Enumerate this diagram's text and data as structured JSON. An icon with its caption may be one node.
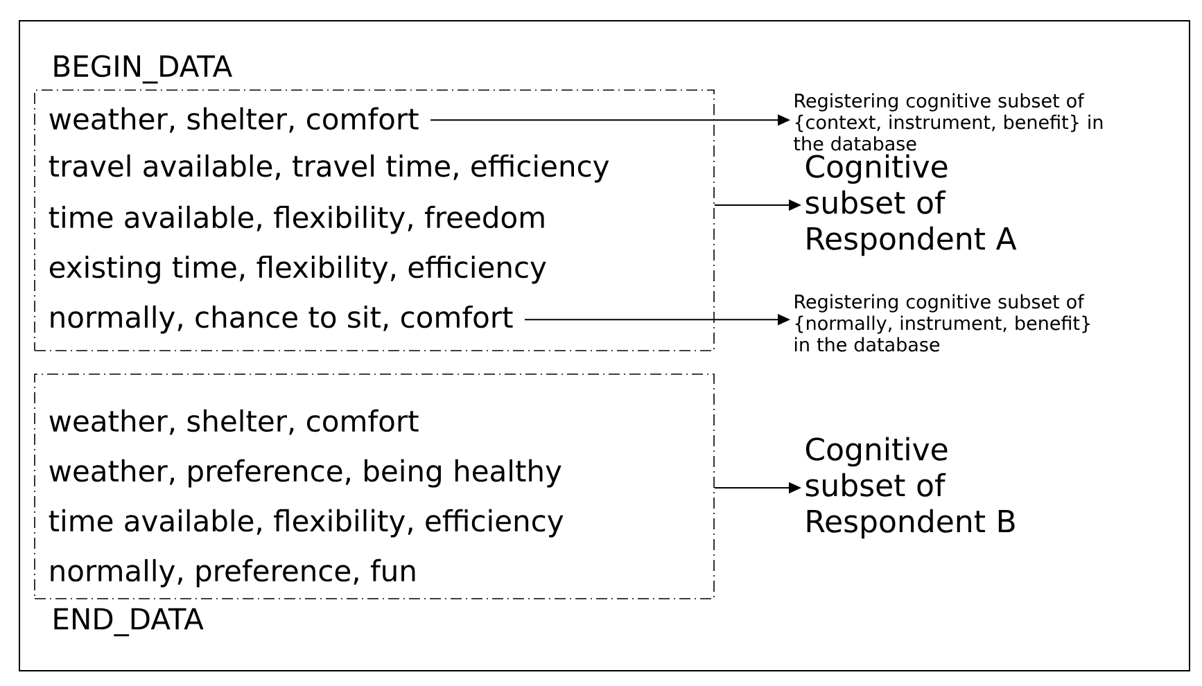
{
  "diagram": {
    "nodes": [
      {
        "text": [],
        "shape": "box"
      },
      {
        "text": [
          "weather, shelter, comfort"
        ],
        "in": 0
      },
      {
        "text": [
          "travel available, travel time, efficiency"
        ],
        "in": 0
      },
      {
        "text": [
          "time available, flexibility, freedom"
        ],
        "in": 0
      },
      {
        "text": [
          "existing time, flexibility, efficiency"
        ],
        "in": 0
      },
      {
        "text": [
          "normally, chance to sit, comfort"
        ],
        "in": 0
      },
      {
        "text": [
          "Registering cognitive subset of {context, instrument, benefit} in the database"
        ]
      },
      {
        "text": [
          "Cognitive subset of Respondent A"
        ]
      },
      {
        "text": [
          "Registering cognitive subset of {normally, instrument, benefit} in the database"
        ]
      },
      {
        "text": [],
        "shape": "box"
      },
      {
        "text": [
          "weather, shelter, comfort"
        ],
        "in": 9
      },
      {
        "text": [
          "weather, preference, being healthy"
        ],
        "in": 9
      },
      {
        "text": [
          "time available, flexibility, efficiency"
        ],
        "in": 9
      },
      {
        "text": [
          "normally, preference, fun"
        ],
        "in": 9
      },
      {
        "text": [
          "Cognitive subset of Respondent B"
        ]
      }
    ],
    "edges": [
      {
        "from": 1,
        "to": 6,
        "arrow": "to"
      },
      {
        "from": 0,
        "to": 7,
        "arrow": "to"
      },
      {
        "from": 5,
        "to": 8,
        "arrow": "to"
      },
      {
        "from": 9,
        "to": 14,
        "arrow": "to"
      }
    ],
    "labels": [
      "BEGIN_DATA",
      "END_DATA"
    ]
  }
}
